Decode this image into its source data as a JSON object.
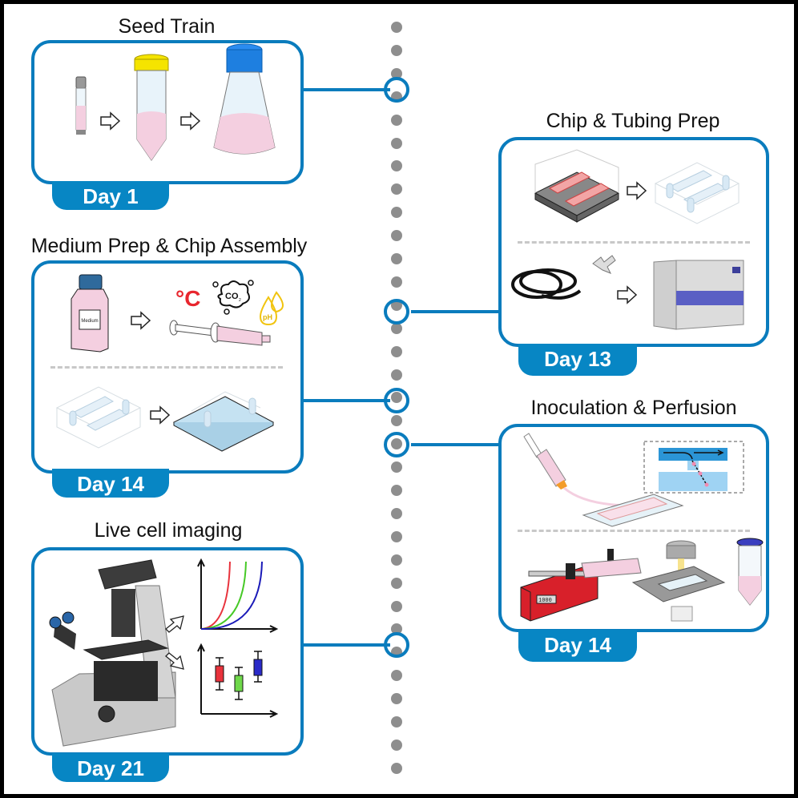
{
  "figure": {
    "type": "protocol-timeline",
    "colors": {
      "accent": "#0a7cbd",
      "day_badge": "#0786c4",
      "timeline_dot": "#8e8e8e",
      "medium_pink": "#f4cfe0",
      "yellow_cap": "#f5e400",
      "blue_cap": "#1e7fe0",
      "pump_red": "#d8202a",
      "autoclave_band": "#5a5fc4"
    },
    "stages": [
      {
        "title": "Seed Train",
        "day": "Day 1",
        "side": "left",
        "icons": [
          "cryovial-icon",
          "arrow-right-icon",
          "conical-tube-icon",
          "arrow-right-icon",
          "erlenmeyer-flask-icon"
        ]
      },
      {
        "title": "Chip & Tubing Prep",
        "day": "Day 13",
        "side": "right",
        "icons": [
          "pdms-mold-icon",
          "arrow-right-icon",
          "pdms-chip-icon",
          "tubing-icon",
          "connectors-icon",
          "arrow-right-icon",
          "autoclave-icon"
        ]
      },
      {
        "title": "Medium Prep & Chip Assembly",
        "day": "Day 14",
        "side": "left",
        "icons": [
          "medium-bottle-icon",
          "arrow-right-icon",
          "syringe-icon",
          "temperature-icon",
          "co2-icon",
          "ph-drop-icon",
          "pdms-chip-icon",
          "arrow-right-icon",
          "bonded-chip-icon"
        ],
        "bottle_label": "Medium",
        "temp_label": "°C",
        "co2_label": "CO",
        "co2_sub": "2",
        "ph_label": "pH"
      },
      {
        "title": "Inoculation & Perfusion",
        "day": "Day 14",
        "side": "right",
        "icons": [
          "syringe-icon",
          "microfluidic-chip-icon",
          "trap-zoom-inset-icon",
          "syringe-pump-icon",
          "microscope-stage-icon",
          "waste-tube-icon"
        ],
        "pump_display": "1000"
      },
      {
        "title": "Live cell imaging",
        "day": "Day 21",
        "side": "left",
        "icons": [
          "inverted-microscope-icon",
          "arrow-up-right-icon",
          "arrow-down-right-icon",
          "growth-curve-chart-icon",
          "boxplot-chart-icon"
        ]
      }
    ]
  }
}
